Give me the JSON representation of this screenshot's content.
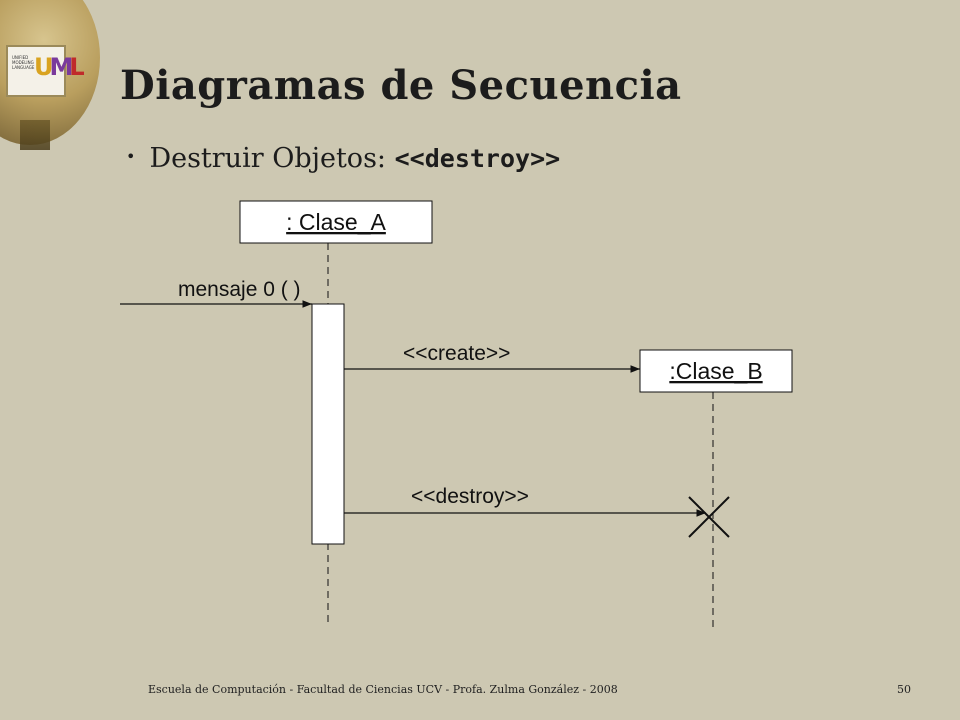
{
  "slide": {
    "title": "Diagramas de Secuencia",
    "bullet_text": "Destruir Objetos: ",
    "bullet_code": "<<destroy>>",
    "footer": "Escuela de Computación - Facultad de Ciencias UCV - Profa. Zulma González - 2008",
    "page_number": "50"
  },
  "logo": {
    "small_text": "UNIFIED MODELING LANGUAGE",
    "letters": [
      "U",
      "M",
      "L"
    ]
  },
  "diagram": {
    "objects": [
      {
        "id": "a",
        "label": ": Clase_A"
      },
      {
        "id": "b",
        "label": ":Clase_B"
      }
    ],
    "messages": [
      {
        "label": "mensaje 0 ( )"
      },
      {
        "label": "<<create>>"
      },
      {
        "label": "<<destroy>>"
      }
    ]
  },
  "colors": {
    "background": "#cdc8b2",
    "box_fill": "#ffffff",
    "line": "#111111"
  }
}
